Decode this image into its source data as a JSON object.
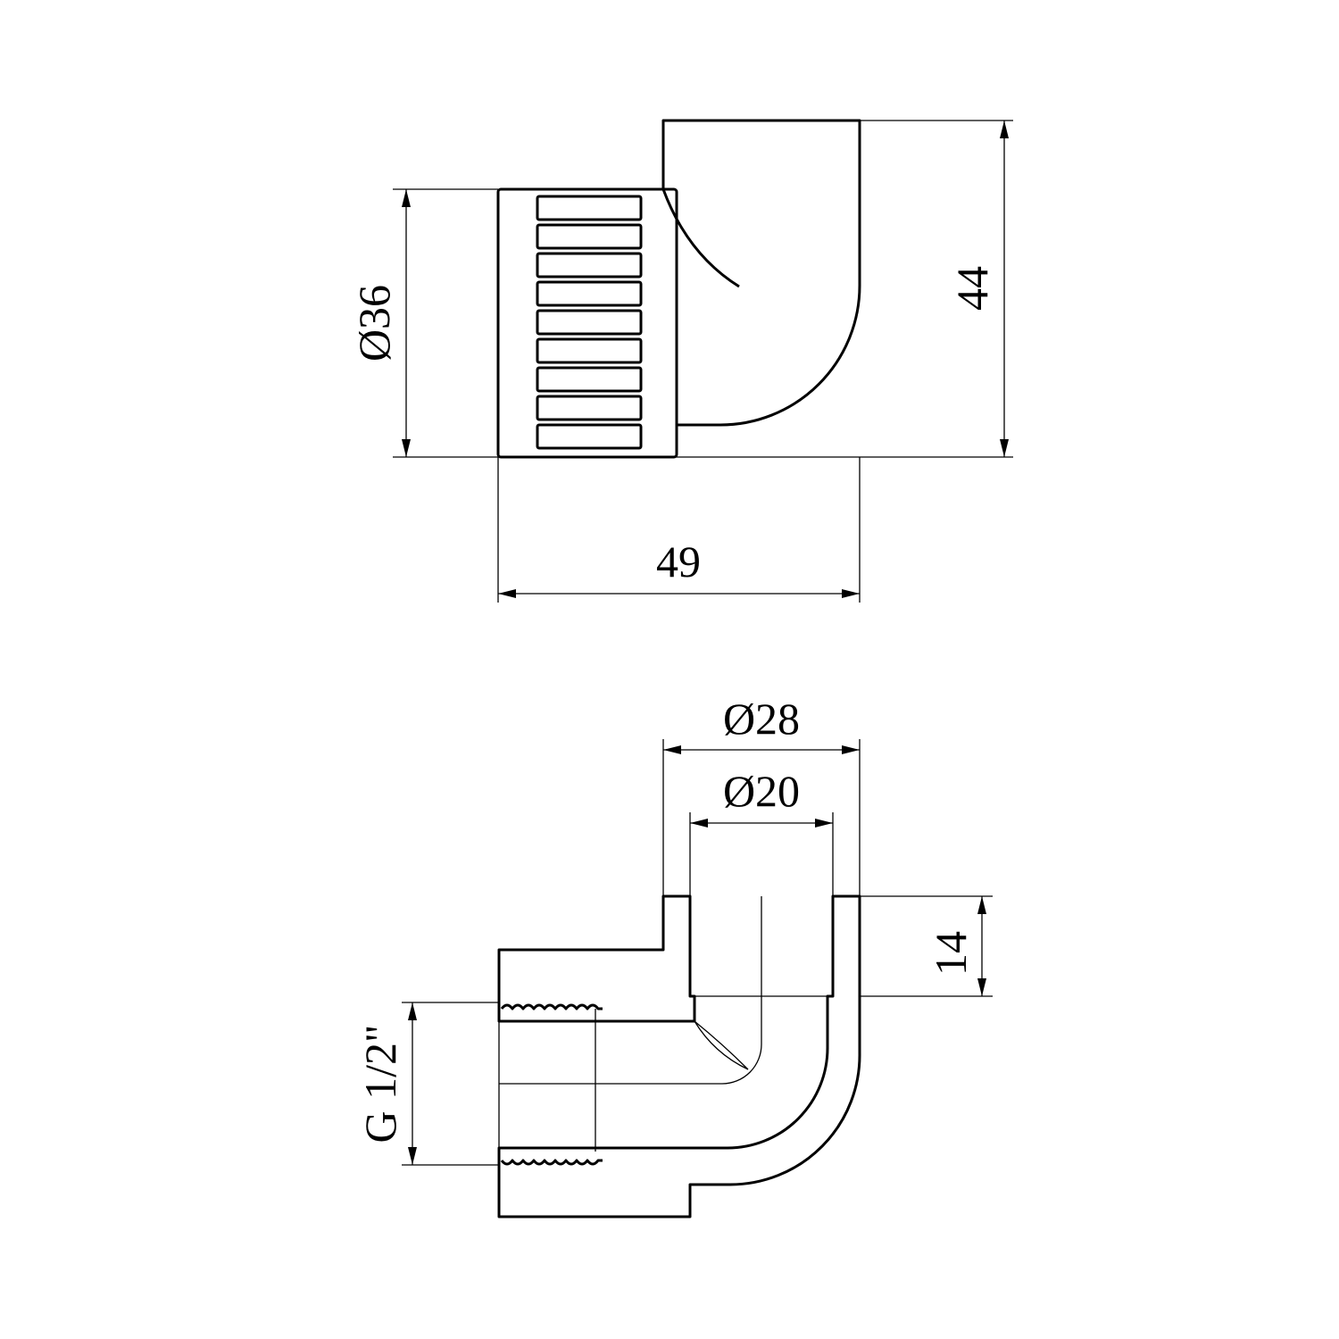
{
  "top_view": {
    "dim_diameter_body": "Ø36",
    "dim_height": "44",
    "dim_length": "49"
  },
  "section_view": {
    "dim_outer_diameter": "Ø28",
    "dim_inner_diameter": "Ø20",
    "dim_socket_depth": "14",
    "dim_thread": "G 1/2\""
  },
  "colors": {
    "line": "#000000",
    "background": "#ffffff"
  }
}
